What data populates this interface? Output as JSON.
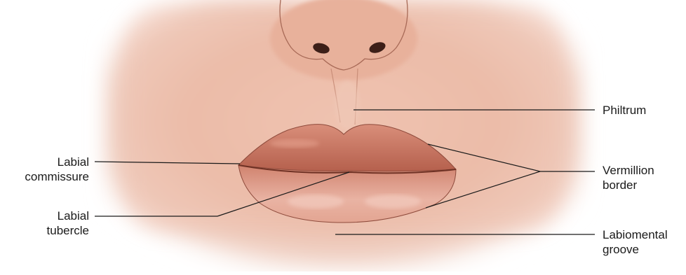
{
  "labels": {
    "philtrum": "Philtrum",
    "vermillion_border_1": "Vermillion",
    "vermillion_border_2": "border",
    "labial_commissure_1": "Labial",
    "labial_commissure_2": "commissure",
    "labial_tubercle_1": "Labial",
    "labial_tubercle_2": "tubercle",
    "labiomental_groove_1": "Labiomental",
    "labiomental_groove_2": "groove"
  },
  "colors": {
    "skin_light": "#f3d9cd",
    "skin_mid": "#e4b39e",
    "skin_shadow": "#c98a74",
    "lip_upper": "#c8735f",
    "lip_lower": "#dd9a86",
    "leader_line": "#1a1a1a"
  }
}
